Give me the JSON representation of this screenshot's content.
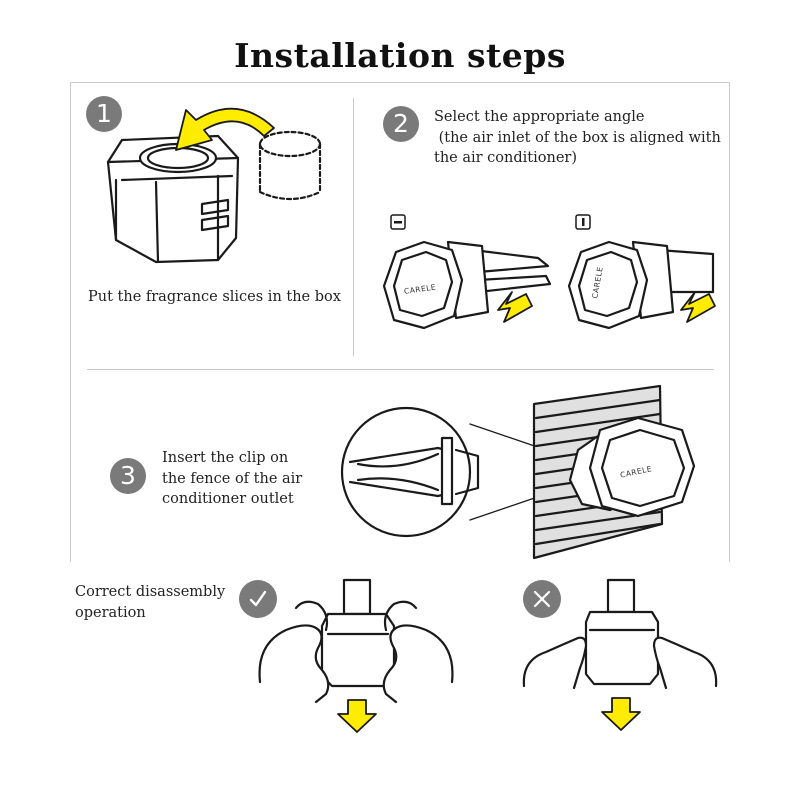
{
  "title": "Installation steps",
  "steps": [
    {
      "number": "1",
      "text": "Put the fragrance slices in the box"
    },
    {
      "number": "2",
      "text_lines": [
        "Select the appropriate angle",
        " (the air inlet of the box is aligned with",
        "the air conditioner)"
      ]
    },
    {
      "number": "3",
      "text_lines": [
        "Insert the clip on",
        "the fence of the air",
        "conditioner outlet"
      ]
    }
  ],
  "disassembly": {
    "lines": [
      "Correct disassembly",
      "operation"
    ],
    "correct_icon": "check-icon",
    "wrong_icon": "cross-icon"
  },
  "brand_mark": "CARELE",
  "colors": {
    "badge": "#7a7a7a",
    "arrow": "#ffec00",
    "frame": "#c9c9c9"
  }
}
